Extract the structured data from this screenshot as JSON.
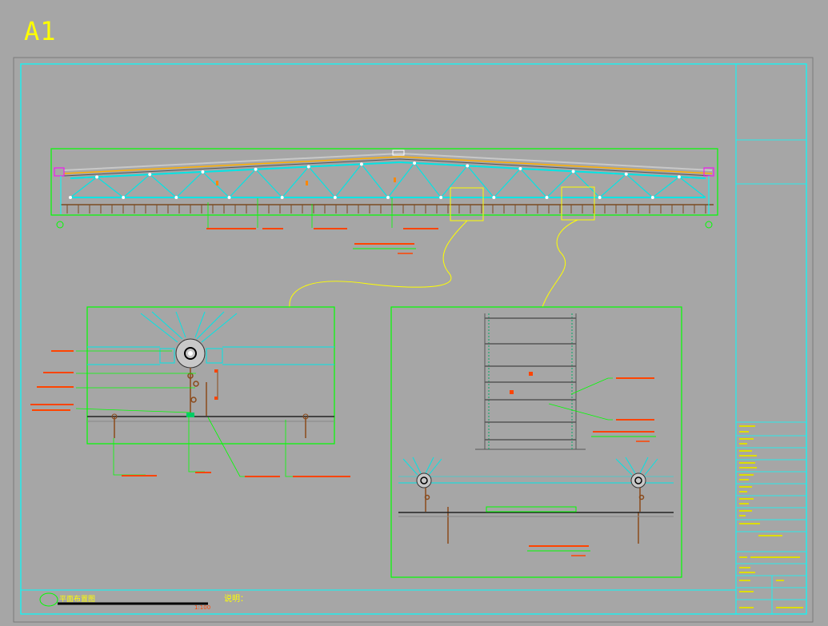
{
  "sheet": {
    "size_label": "A1",
    "note_label": "说明：",
    "plan_title": "平面布置图",
    "plan_scale": "1:100"
  },
  "colors": {
    "background": "#a6a6a6",
    "frame": "#00ffff",
    "detail_border": "#00ff00",
    "leader": "#ffff00",
    "annotation": "#ff4400",
    "structure": "#00e5e5",
    "hanger": "#8b4a1a",
    "label_title": "#ffff00"
  },
  "icons": {
    "node": "bolt-ball-node-icon",
    "axis": "axis-bubble-icon",
    "hanger": "hanger-rod-icon"
  }
}
